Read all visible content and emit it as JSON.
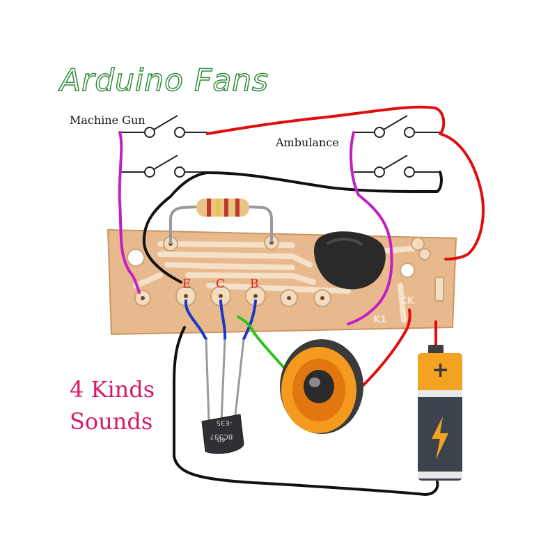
{
  "brand": {
    "title": "Arduino Fans"
  },
  "switches": {
    "machine_gun_label": "Machine Gun",
    "ambulance_label": "Ambulance"
  },
  "transistor": {
    "pin_e": "E",
    "pin_c": "C",
    "pin_b": "B",
    "marking_line1": "BC337",
    "marking_line2": "40",
    "marking_line3": "-E35"
  },
  "board": {
    "k1_label": "K1",
    "ck_label": "CK"
  },
  "battery": {
    "plus_label": "+"
  },
  "caption": {
    "line1": "4 Kinds",
    "line2": "Sounds"
  },
  "colors": {
    "wire_red": "#e10e0e",
    "wire_black": "#111111",
    "wire_magenta": "#c21fc7",
    "wire_blue": "#1836c8",
    "wire_green": "#28c31c",
    "board": "#e7b98c",
    "caption": "#d6186a",
    "brand_outline": "#2e8b3a"
  },
  "icons": {
    "speaker": "speaker-icon",
    "battery": "battery-icon",
    "lightning": "lightning-bolt-icon",
    "resistor": "resistor-icon",
    "transistor": "transistor-icon",
    "chip": "chip-blob-icon"
  }
}
